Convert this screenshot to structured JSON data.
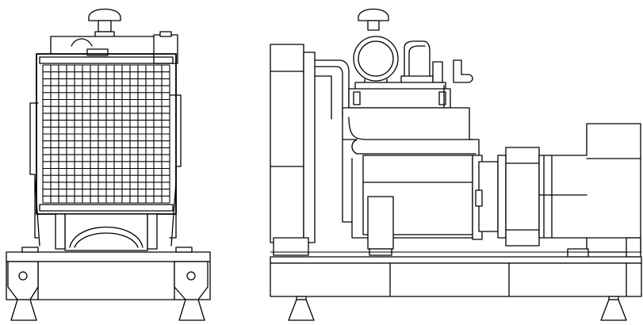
{
  "drawing": {
    "line_color": "#000000",
    "background_color": "#ffffff",
    "views": [
      "front-view",
      "side-view"
    ],
    "radiator_grid": {
      "columns": 16,
      "rows": 20
    }
  }
}
